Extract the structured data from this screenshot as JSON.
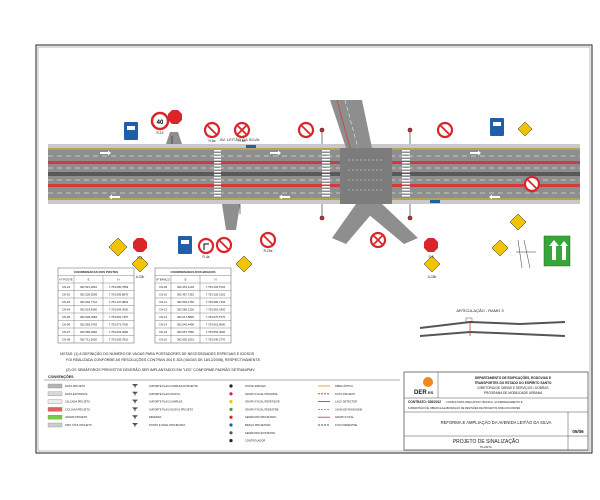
{
  "drawing": {
    "street_label": "AV. LEITÃO DA SILVA",
    "ramp_label": "ARTICULAÇÃO - RAMO 3",
    "notes": [
      "NOTAS: (1) A DEFINIÇÃO DO NÚMERO DE VAGAS PARA PORTADORES DE NECESSIDADES ESPECIAIS E IDOSOS",
      "FOI REALIZADA CONFORME AS RESOLUÇÕES CONTRAN 304 E 303 (VAGAS DE 18/12/2008), RESPECTIVAMENTE.",
      "(2) OS SEMÁFOROS PREVISTOS DEVERÃO SER IMPLANTADOS EM \"LED\" CONFORME PADRÃO SETRAN/PMV."
    ],
    "legend_title": "CONVENÇÕES",
    "legend_col1": [
      "FAIXA PROJETO",
      "FAIXA EXISTENTE",
      "CALÇADA PROJETO",
      "CICLOVIA PROJETO",
      "GRAMA PROJETO",
      "PISO TÁTIL PROJETO"
    ],
    "legend_col2": [
      "SUPORTE PLACA SIMPLES EXISTENTE",
      "SUPORTE PLACA DUPLO",
      "SUPORTE PLACA SIMPLES",
      "SUPORTE PLACA DUPLO PROJETO",
      "DEFENSA",
      "PONTO E SINAL PROJETADO"
    ],
    "legend_col3": [
      "POSTE SIMPLES",
      "GRUPO FOCAL PRINCIPAL",
      "GRUPO FOCAL REPETIDOR",
      "GRUPO FOCAL PEDESTRE",
      "SEMÁFORO PROJETADO",
      "BRAÇO PROJETADO",
      "SEMÁFORO EXISTENTE",
      "CONTROLADOR"
    ],
    "legend_col4": [
      "FIBRA ÓPTICA",
      "DUTO PROJETO",
      "LAÇO DETECTOR",
      "CAIXA DE PASSAGEM",
      "GRUPO FOCAL",
      "FOCO PEDESTRE"
    ]
  },
  "tables": [
    {
      "title": "COORDENADAS DOS POSTES",
      "headers": [
        "Nº POSTE",
        "E",
        "N"
      ],
      "rows": [
        [
          "CN-01",
          "362.521,4081",
          "7.753.080,7869"
        ],
        [
          "CN-02",
          "362.528,3599",
          "7.753.095,8870"
        ],
        [
          "CN-03",
          "362.602,7710",
          "7.753.107,9804"
        ],
        [
          "CN-04",
          "362.618,8190",
          "7.753.094,3050"
        ],
        [
          "CN-05",
          "362.638,3584",
          "7.753.081,7397"
        ],
        [
          "CN-06",
          "362.655,0793",
          "7.753.073,7600"
        ],
        [
          "CN-07",
          "362.680,2960",
          "7.753.063,9080"
        ],
        [
          "CN-08",
          "362.711,2620",
          "7.753.055,7810"
        ]
      ]
    },
    {
      "title": "COORDENADAS DOS BRAÇOS",
      "headers": [
        "Nº BRAÇO",
        "E",
        "N"
      ],
      "rows": [
        [
          "CN-09",
          "362.451,1103",
          "7.753.102,5710"
        ],
        [
          "CN-10",
          "362.467,7352",
          "7.753.105,3102"
        ],
        [
          "CN-11",
          "362.549,1760",
          "7.753.089,7102"
        ],
        [
          "CN-12",
          "362.580,1320",
          "7.753.081,3420"
        ],
        [
          "CN-13",
          "362.617,5840",
          "7.753.070,5770"
        ],
        [
          "CN-14",
          "362.645,4490",
          "7.753.061,9600"
        ],
        [
          "CN-15",
          "362.667,7560",
          "7.753.053,4060"
        ],
        [
          "CN-16",
          "362.692,2510",
          "7.753.045,2770"
        ]
      ]
    }
  ],
  "title_block": {
    "logo": "DER",
    "logo_suffix": "ES",
    "org_lines": [
      "DEPARTAMENTO DE EDIFICAÇÕES, RODOVIAS E",
      "TRANSPORTES DO ESTADO DO ESPÍRITO SANTO",
      "DIRETORIA DE OBRAS E SERVIÇOS / DOBRAS",
      "PROGRAMA DE MOBILIDADE URBANA"
    ],
    "contract": "CONTRATO: 028/2012",
    "contract_desc": [
      "CONSULTORIA PARA APOIO TÉCNICO, ACOMPANHAMENTO E",
      "SUPERVISÃO DE OBRAS E ELABORAÇÃO DE REVISÕES DE PROJETOS PARA DOCORPES"
    ],
    "project_title": "REFORMA E AMPLIAÇÃO DA AVENIDA LEITÃO DA SILVA",
    "drawing_title": "PROJETO DE SINALIZAÇÃO",
    "drawing_sub": "PLANTA",
    "sheet": "05/06"
  },
  "signs": [
    {
      "code": "R-19",
      "note": "40"
    },
    {
      "code": "R-6a"
    },
    {
      "code": "R-6b"
    },
    {
      "code": "R-1",
      "note": "PARE"
    },
    {
      "code": "A-32b"
    },
    {
      "code": "A-33b"
    },
    {
      "code": "R-4a"
    },
    {
      "code": "R-25a"
    },
    {
      "code": "S-5",
      "note": "PARE"
    }
  ],
  "colors": {
    "road": "#8a8a8a",
    "road_dark": "#6e6e6e",
    "bike_lane": "#d23b3b",
    "median": "#4a4a4a",
    "sign_red": "#d8262a",
    "sign_yellow": "#f2c300",
    "sign_blue": "#1f5fa8",
    "guide_green": "#3aa53a",
    "logo_orange": "#f08a1c"
  }
}
